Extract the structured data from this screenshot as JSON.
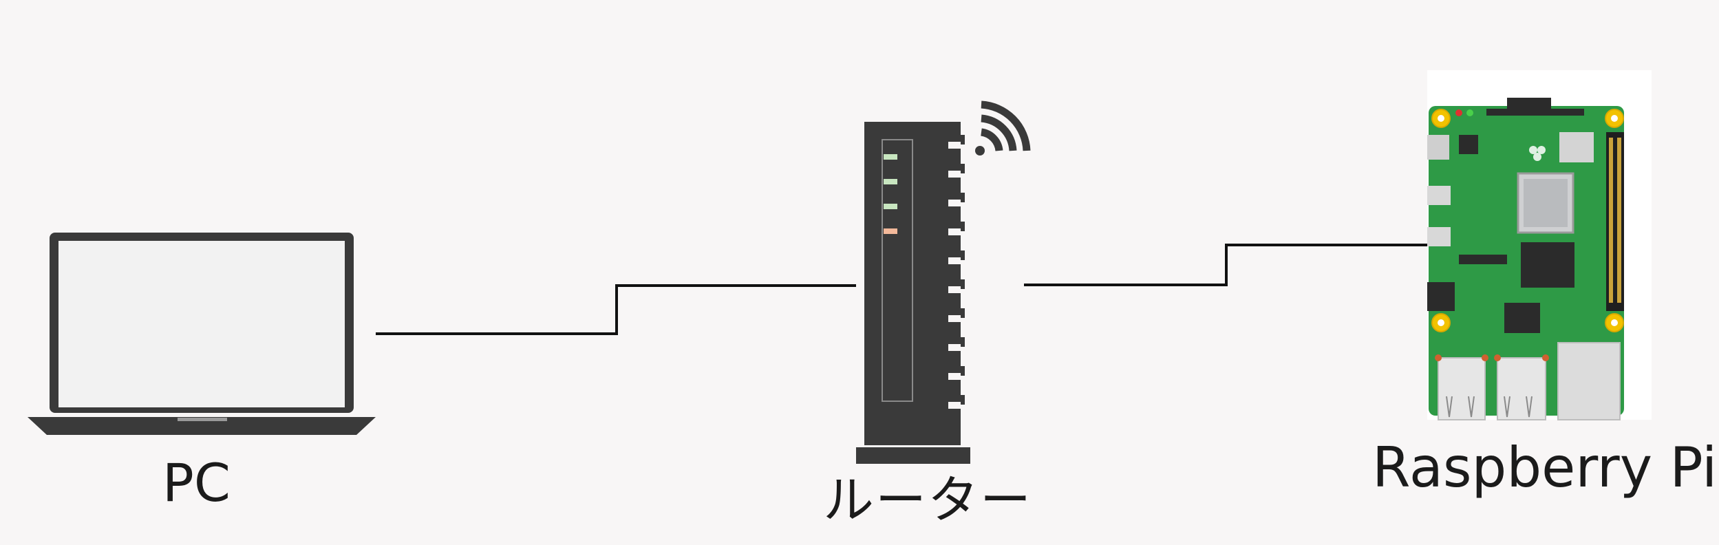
{
  "nodes": {
    "pc": {
      "label": "PC",
      "icon": "laptop-icon"
    },
    "router": {
      "label": "ルーター",
      "icon": "router-icon"
    },
    "pi": {
      "label": "Raspberry Pi",
      "icon": "raspberry-pi-board-icon"
    }
  },
  "edges": [
    {
      "from": "pc",
      "to": "router",
      "style": "stepped-line"
    },
    {
      "from": "router",
      "to": "pi",
      "style": "stepped-line"
    }
  ],
  "colors": {
    "background": "#f8f6f6",
    "line": "#111111",
    "device_dark": "#3a3a3a",
    "screen": "#f2f2f2",
    "board_green": "#2e9a46",
    "led_green": "#c8e6c0",
    "led_orange": "#f3b99a",
    "mount_hole": "#f2c200"
  }
}
